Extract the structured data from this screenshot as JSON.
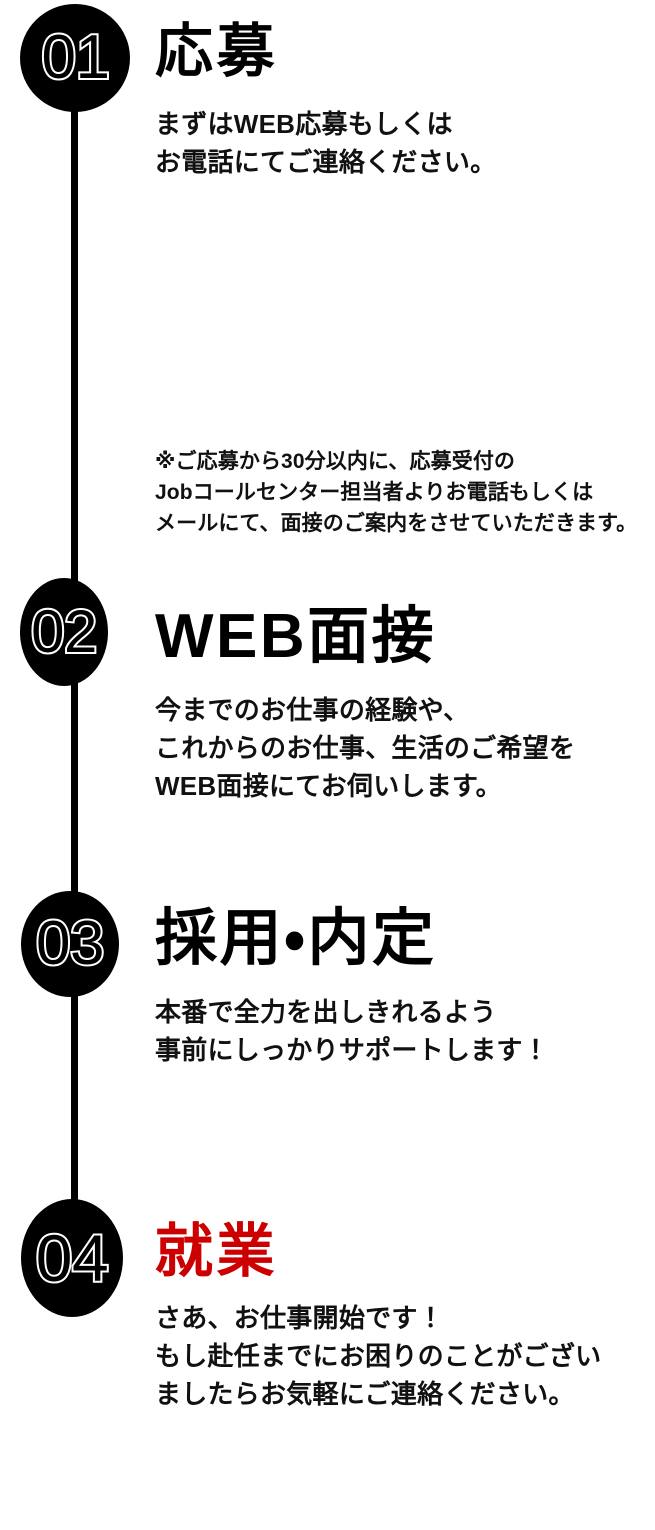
{
  "theme": {
    "background": "#ffffff",
    "line_color": "#000000",
    "badge_color": "#000000",
    "badge_numeral_color": "#ffffff",
    "text_color": "#111111",
    "accent_color": "#cc0000"
  },
  "flow": {
    "steps": [
      {
        "number": "01",
        "title": "応募",
        "body": "まずはWEB応募もしくは\nお電話にてご連絡ください。",
        "note": "※ご応募から30分以内に、応募受付の\nJobコールセンター担当者よりお電話もしくは\nメールにて、面接のご案内をさせていただきます。",
        "title_color": "#000000"
      },
      {
        "number": "02",
        "title": "WEB面接",
        "body": "今までのお仕事の経験や、\nこれからのお仕事、生活のご希望を\nWEB面接にてお伺いします。",
        "note": "",
        "title_color": "#000000"
      },
      {
        "number": "03",
        "title": "採用・内定",
        "body": "本番で全力を出しきれるよう\n事前にしっかりサポートします！",
        "note": "",
        "title_color": "#000000"
      },
      {
        "number": "04",
        "title": "就業",
        "body": "さあ、お仕事開始です！\nもし赴任までにお困りのことがござい\nましたらお気軽にご連絡ください。",
        "note": "",
        "title_color": "#cc0000"
      }
    ]
  }
}
